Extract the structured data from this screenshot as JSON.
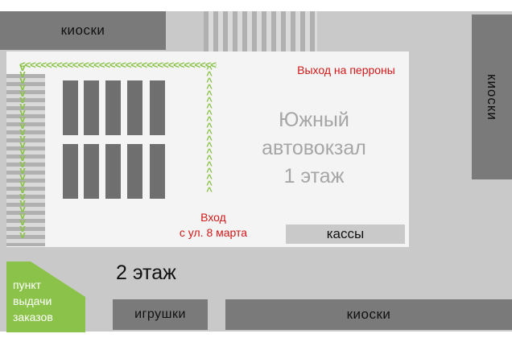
{
  "map": {
    "station_title": [
      "Южный",
      "автовокзал",
      "1 этаж"
    ],
    "exit_label": "Выход на перроны",
    "entry_label": [
      "Вход",
      "с ул. 8 марта"
    ],
    "cashier_label": "кассы",
    "floor2_label": "2 этаж",
    "kiosk_top_label": "киоски",
    "kiosk_right_label": "киоски",
    "kiosk_bottom_label": "киоски",
    "toys_label": "игрушки",
    "pickup_label": [
      "пункт",
      "выдачи",
      "заказов"
    ]
  },
  "colors": {
    "accent_green": "#8bc34a",
    "label_red": "#d01818",
    "block_dark": "#7a7a7a",
    "floor2_bg": "#c9c9c9",
    "floor1_bg": "#f4f4f4"
  },
  "icons": {
    "route_arrow": "chevron-icon"
  }
}
